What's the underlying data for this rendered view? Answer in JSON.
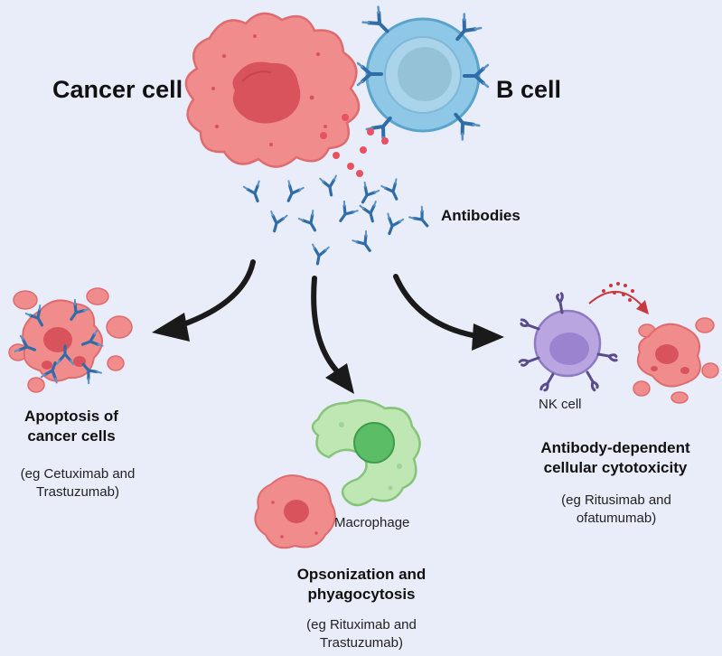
{
  "labels": {
    "cancer_cell": "Cancer cell",
    "b_cell": "B cell",
    "antibodies": "Antibodies",
    "nk_cell": "NK cell",
    "macrophage": "Macrophage"
  },
  "outcomes": {
    "apoptosis": {
      "title_line1": "Apoptosis of",
      "title_line2": "cancer cells",
      "examples_line1": "(eg Cetuximab and",
      "examples_line2": "Trastuzumab)"
    },
    "opsonization": {
      "title_line1": "Opsonization and",
      "title_line2": "phyagocytosis",
      "examples_line1": "(eg Rituximab and",
      "examples_line2": "Trastuzumab)"
    },
    "adcc": {
      "title_line1": "Antibody-dependent",
      "title_line2": "cellular cytotoxicity",
      "examples_line1": "(eg Ritusimab and",
      "examples_line2": "ofatumumab)"
    }
  },
  "colors": {
    "background": "#e8edf9",
    "cancer_fill": "#f08c8c",
    "cancer_nucleus": "#d9535c",
    "b_cell_fill": "#8ec8e6",
    "antibody": "#2f6ca8",
    "nk_fill": "#b9a6e0",
    "macrophage_fill": "#bfe7b3",
    "arrow": "#1a1a1a"
  }
}
